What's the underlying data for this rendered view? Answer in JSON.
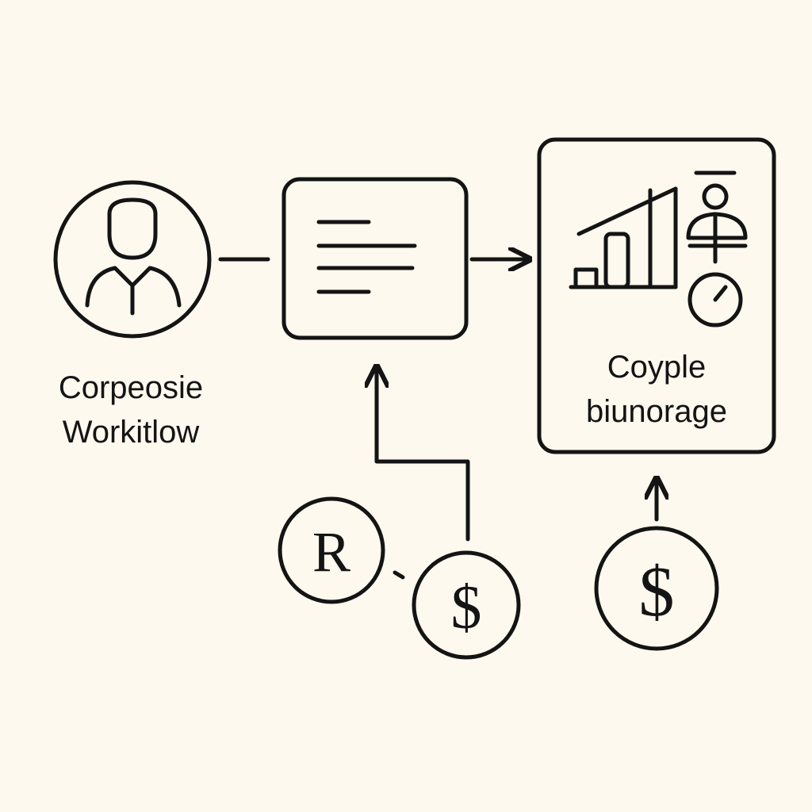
{
  "left_label": {
    "line1": "Corpeosie",
    "line2": "Workitlow"
  },
  "right_box": {
    "line1": "Coyple",
    "line2": "biunorage"
  },
  "nodes": {
    "person": "person-icon",
    "document": "document-lines-icon",
    "analytics": "bar-chart-icon",
    "coin_left": "currency-r-icon",
    "coin_mid": "dollar-icon",
    "coin_right": "dollar-icon"
  },
  "colors": {
    "background": "#fdf9ef",
    "stroke": "#141414"
  }
}
